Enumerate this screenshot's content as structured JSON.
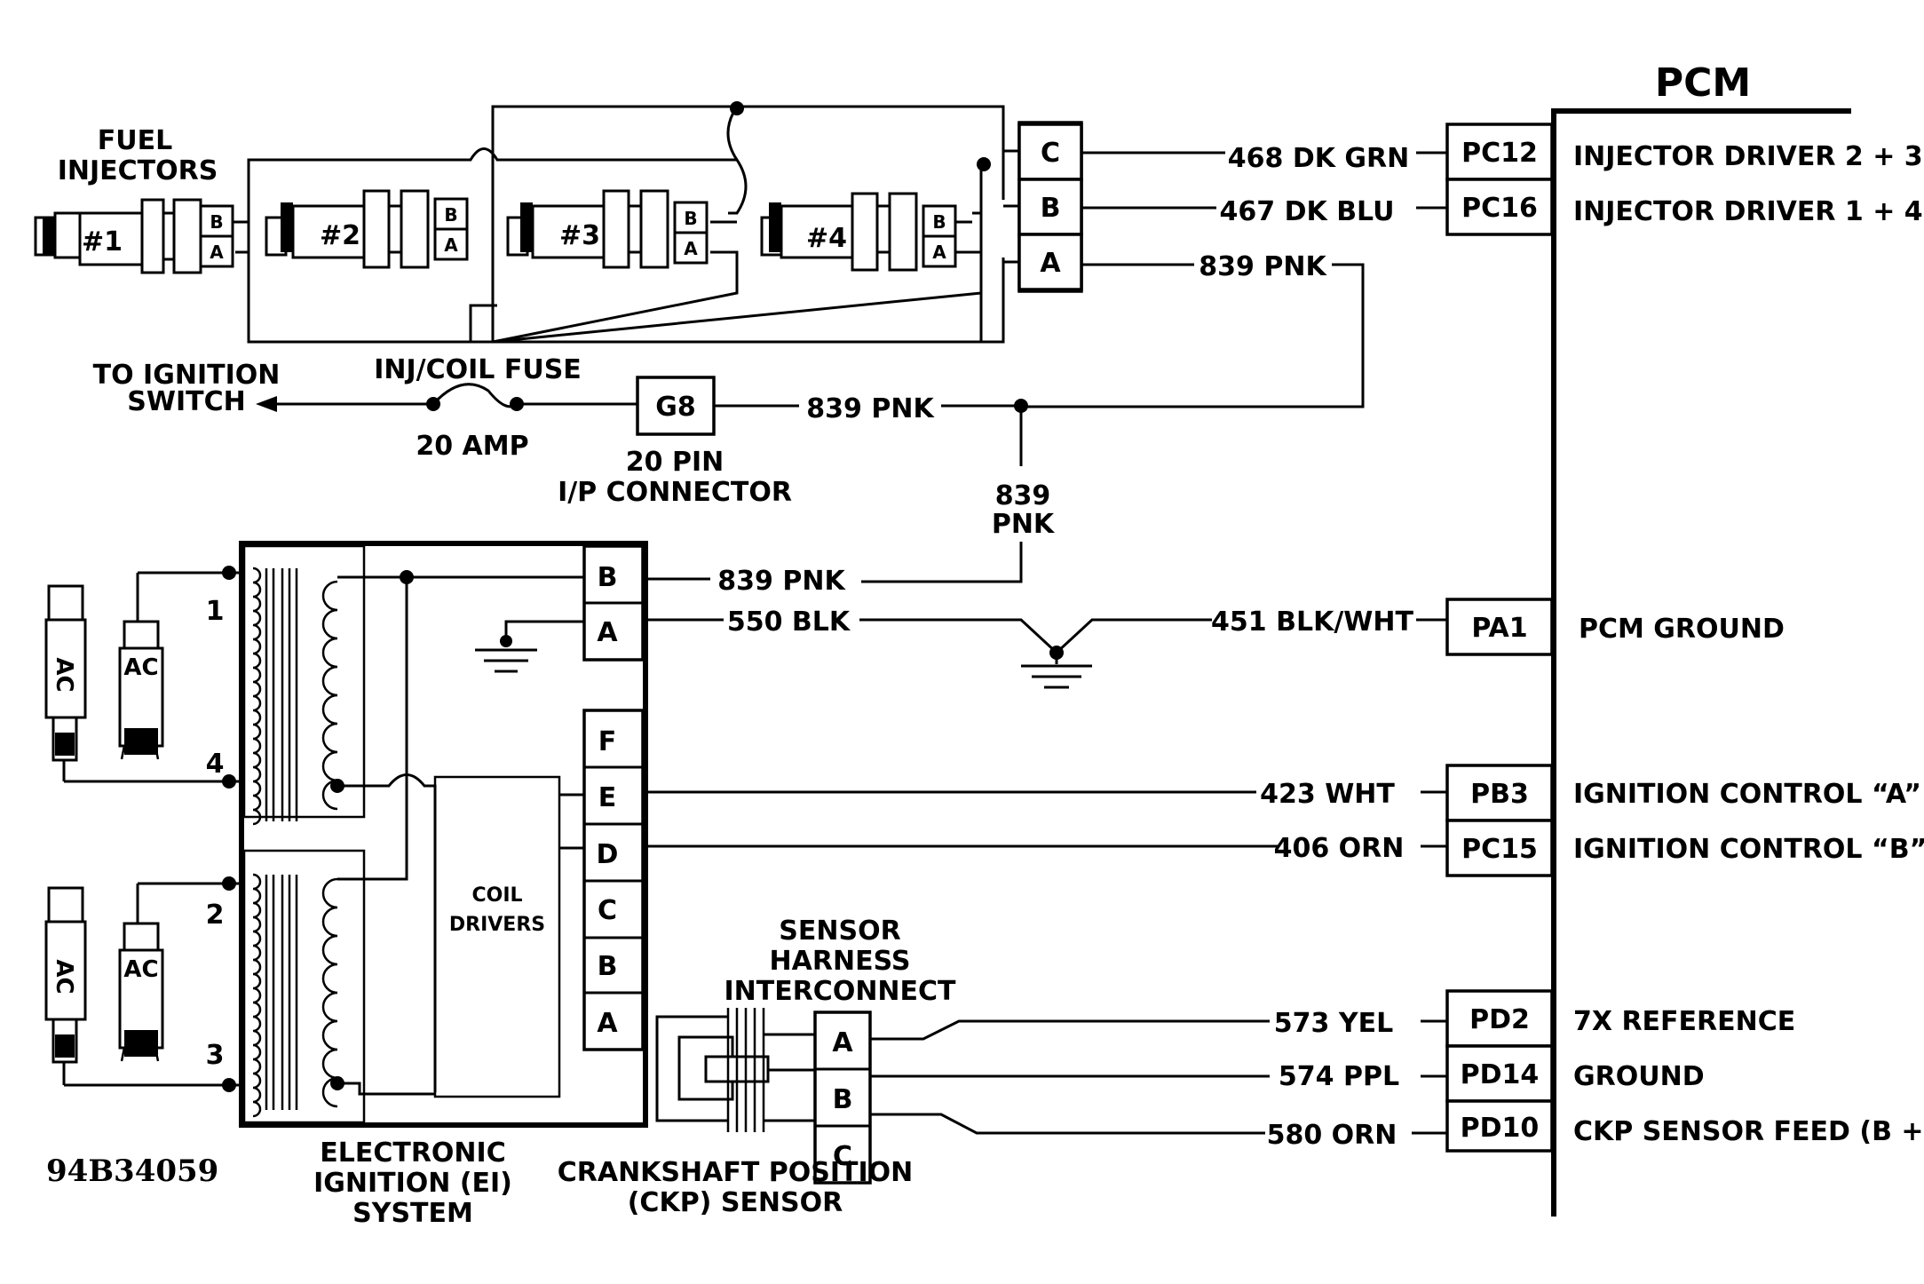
{
  "labels": {
    "pcm": "PCM",
    "fuel_injectors_1": "FUEL",
    "fuel_injectors_2": "INJECTORS",
    "injectors": [
      "#1",
      "#2",
      "#3",
      "#4"
    ],
    "to_ignition_1": "TO IGNITION",
    "to_ignition_2": "SWITCH",
    "fuse_name": "INJ/COIL FUSE",
    "fuse_rating": "20 AMP",
    "g8": "G8",
    "ip_conn_1": "20 PIN",
    "ip_conn_2": "I/P CONNECTOR",
    "ei_1": "ELECTRONIC",
    "ei_2": "IGNITION (EI)",
    "ei_3": "SYSTEM",
    "coil_drivers_1": "COIL",
    "coil_drivers_2": "DRIVERS",
    "sensor_harness_1": "SENSOR",
    "sensor_harness_2": "HARNESS",
    "sensor_harness_3": "INTERCONNECT",
    "ckp_1": "CRANKSHAFT POSITION",
    "ckp_2": "(CKP) SENSOR",
    "figure_id": "94B34059",
    "spark_brand": "AC",
    "pin_a": "A",
    "pin_b": "B",
    "pin_c": "C",
    "pin_d": "D",
    "pin_e": "E",
    "pin_f": "F",
    "plug_numbers": [
      "1",
      "4",
      "2",
      "3"
    ]
  },
  "wires": {
    "w468": "468 DK GRN",
    "w467": "467 DK BLU",
    "w839_a": "839 PNK",
    "w839_b": "839 PNK",
    "w839_c1": "839",
    "w839_c2": "PNK",
    "w839_d": "839 PNK",
    "w550": "550 BLK",
    "w451": "451 BLK/WHT",
    "w423": "423 WHT",
    "w406": "406 ORN",
    "w573": "573 YEL",
    "w574": "574 PPL",
    "w580": "580 ORN"
  },
  "pcm_pins": [
    {
      "pin": "PC12",
      "function": "INJECTOR DRIVER 2 + 3"
    },
    {
      "pin": "PC16",
      "function": "INJECTOR DRIVER 1 + 4"
    },
    {
      "pin": "PA1",
      "function": "PCM GROUND"
    },
    {
      "pin": "PB3",
      "function": "IGNITION CONTROL “A”"
    },
    {
      "pin": "PC15",
      "function": "IGNITION CONTROL “B”"
    },
    {
      "pin": "PD2",
      "function": "7X REFERENCE"
    },
    {
      "pin": "PD14",
      "function": "GROUND"
    },
    {
      "pin": "PD10",
      "function": "CKP SENSOR FEED (B + )"
    }
  ]
}
